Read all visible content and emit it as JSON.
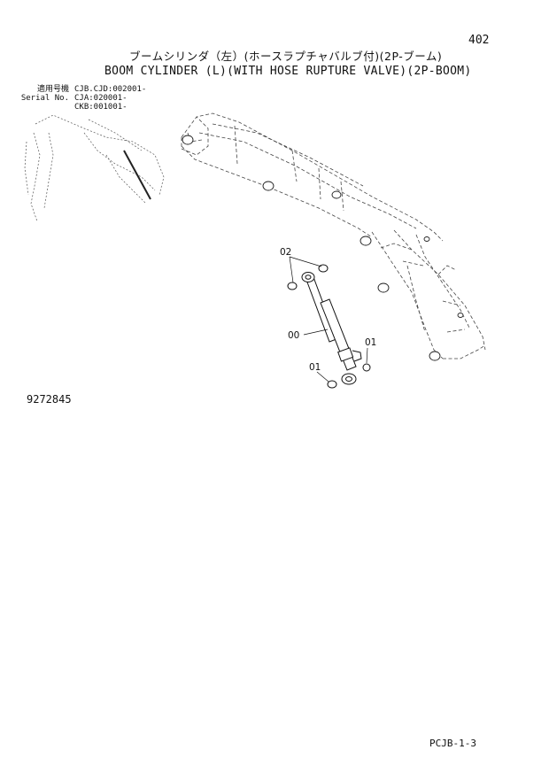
{
  "page_number": "402",
  "title_jp": "ブームシリンダ（左）(ホースラプチャバルブ付)(2P-ブーム)",
  "title_en": "BOOM CYLINDER (L)(WITH HOSE RUPTURE VALVE)(2P-BOOM)",
  "serial": {
    "label_jp": "適用号機",
    "label_en": "Serial No.",
    "ranges": [
      "CJB.CJD:002001-",
      "CJA:020001-",
      "CKB:001001-"
    ]
  },
  "callouts": [
    "02",
    "00",
    "01",
    "01"
  ],
  "drawing_number": "9272845",
  "footer_ref": "PCJB-1-3"
}
